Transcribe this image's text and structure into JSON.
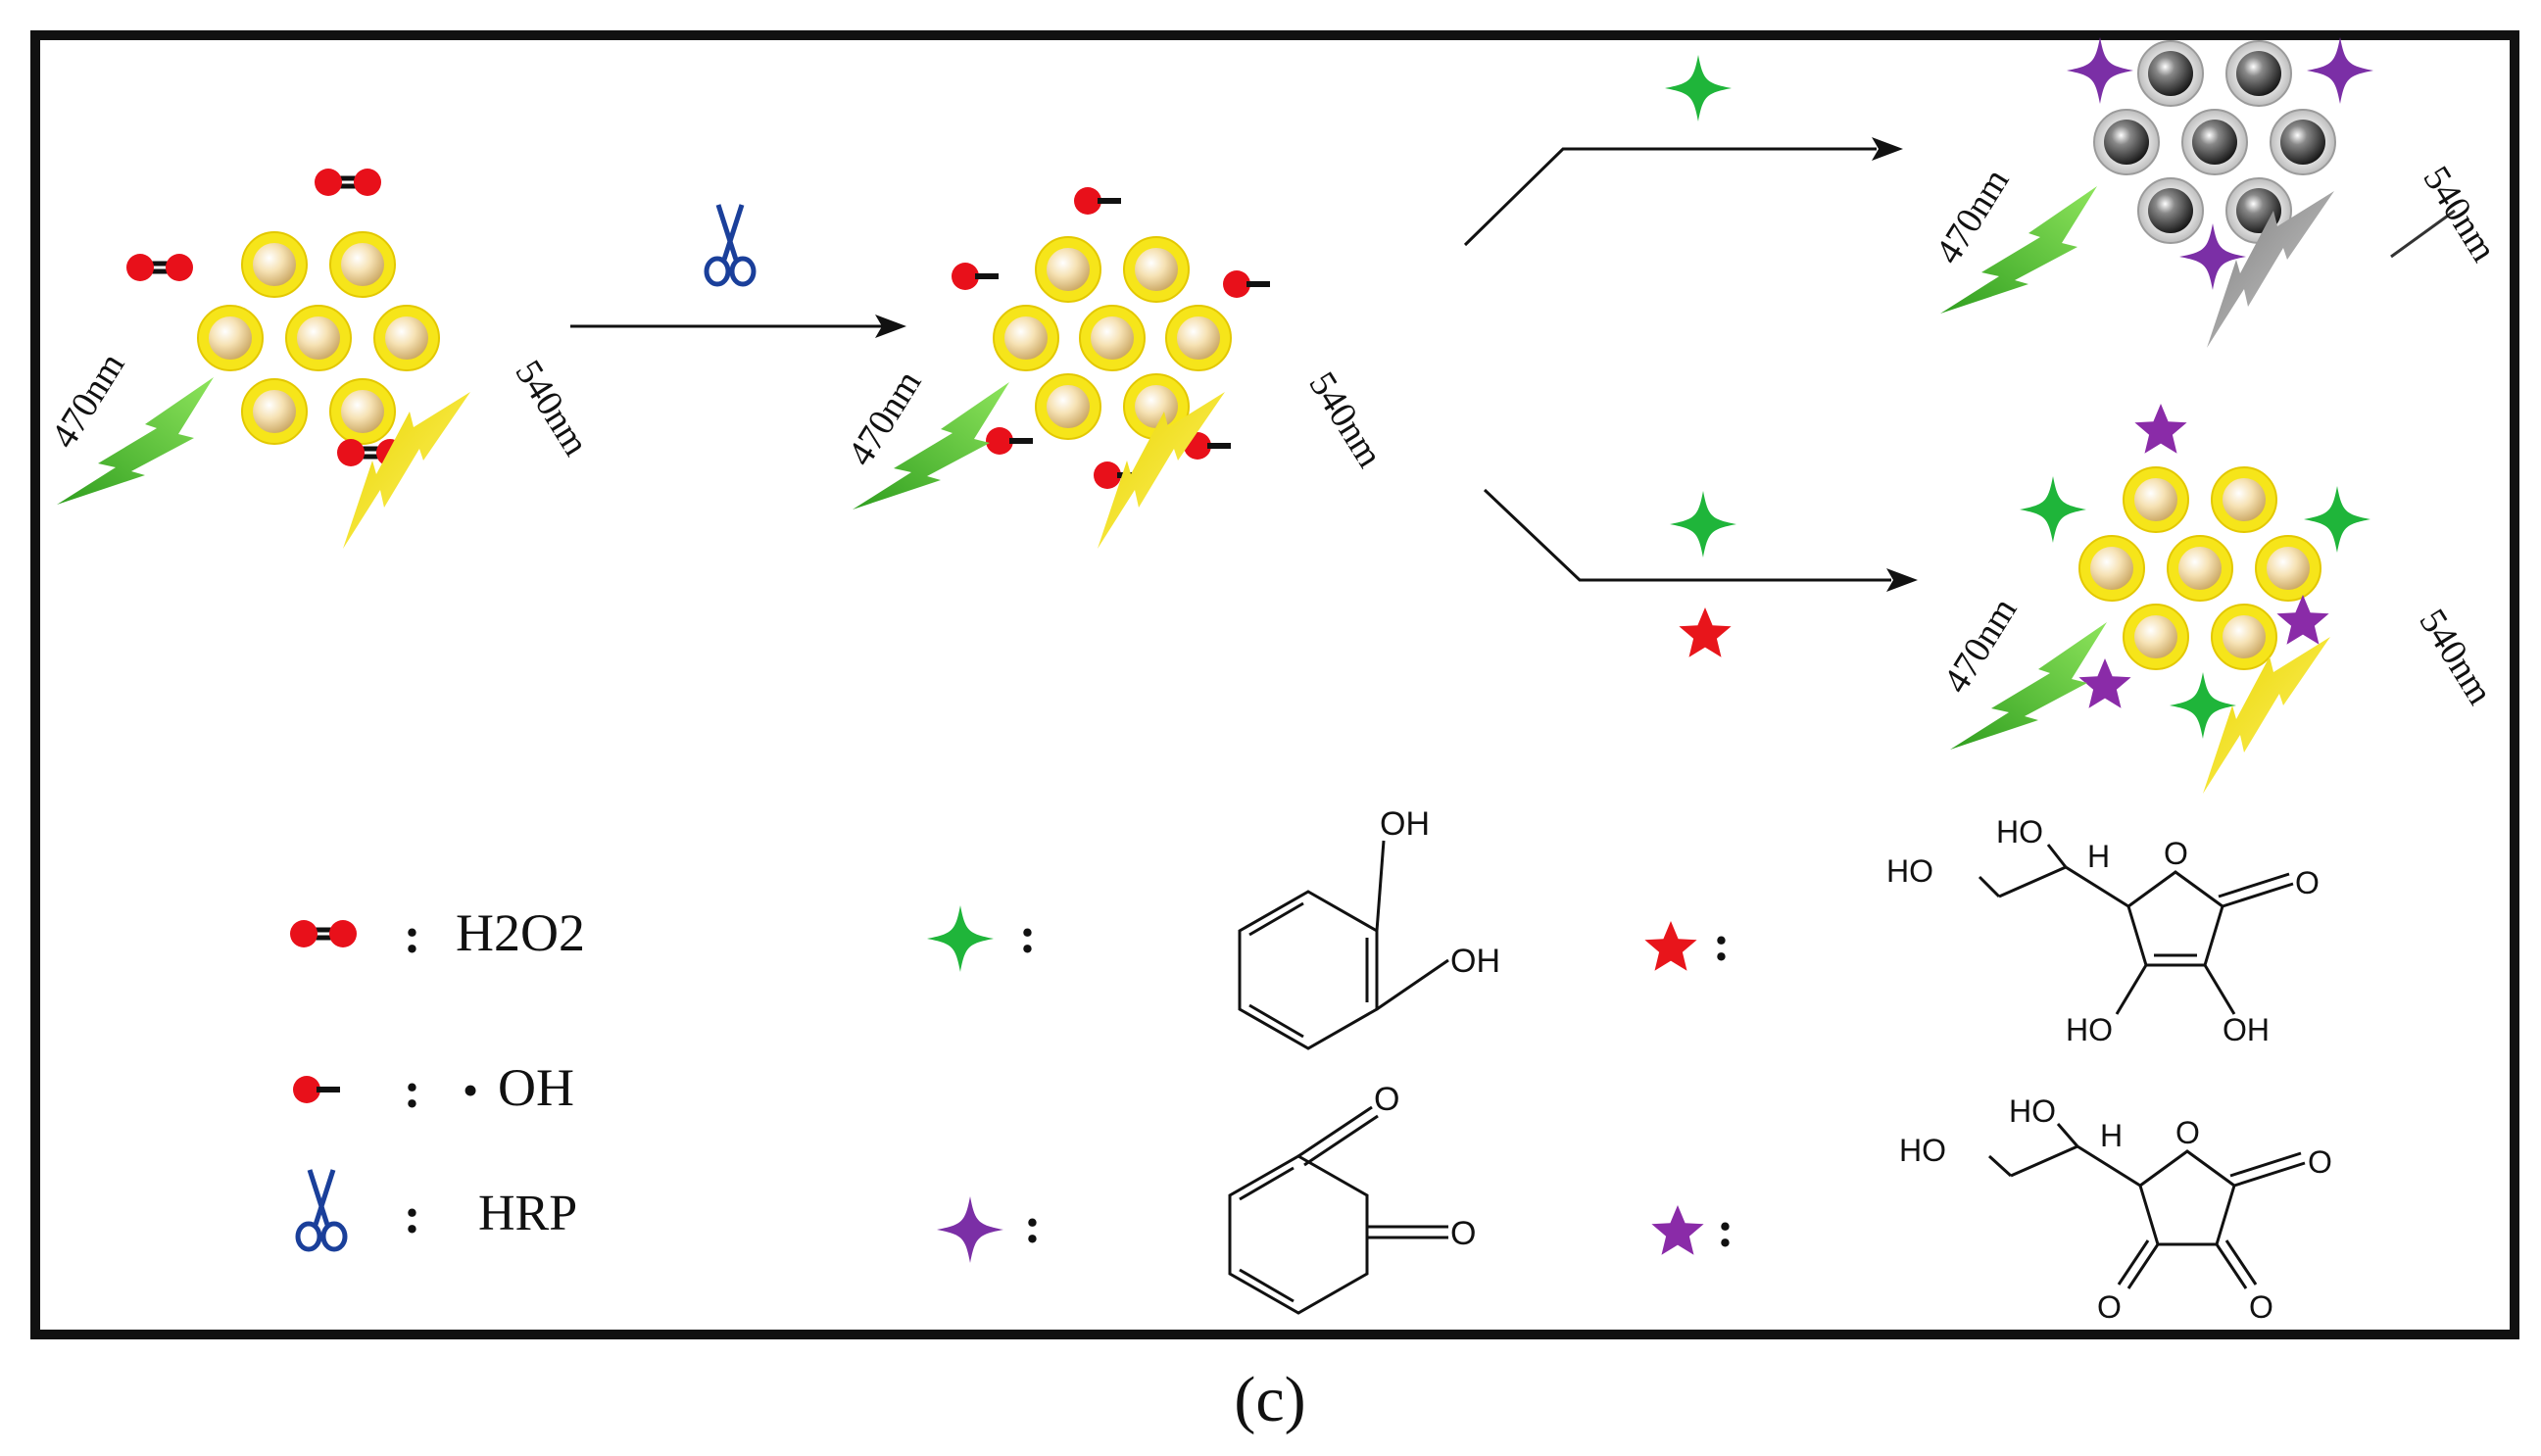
{
  "panel_label": "(c)",
  "excitation": "470nm",
  "emission": "540nm",
  "legend": {
    "h2o2": "H2O2",
    "radical_dot": "•",
    "radical": "OH",
    "enzyme": "HRP",
    "separator": ":"
  },
  "structures": {
    "catechol": {
      "oh1": "OH",
      "oh2": "OH"
    },
    "benzoquinone": {
      "o1": "O",
      "o2": "O"
    },
    "ascorbic_acid": {
      "ho_chain": "HO",
      "ho_stereo": "HO",
      "h": "H",
      "o_ring": "O",
      "o_carbonyl": "O",
      "ho_left": "HO",
      "oh_right": "OH"
    },
    "dehydroascorbic_acid": {
      "ho_chain": "HO",
      "ho_stereo": "HO",
      "h": "H",
      "o_ring": "O",
      "o_carbonyl": "O",
      "o_left": "O",
      "o_right": "O"
    }
  },
  "colors": {
    "qd_shell": "#f6e51a",
    "qd_core": "#f2d9a8",
    "quenched_core": "#333333",
    "oxygen": "#e8101a",
    "catechol_star": "#1fb53a",
    "quinone_star": "#7b2fa6",
    "aa_star": "#e8151b",
    "dha_star": "#8a2ba8",
    "excitation_bolt": "#52c234",
    "emission_bolt": "#f4ec18",
    "quenched_bolt": "#9a9a9a",
    "scissors": "#1a3f9a"
  }
}
